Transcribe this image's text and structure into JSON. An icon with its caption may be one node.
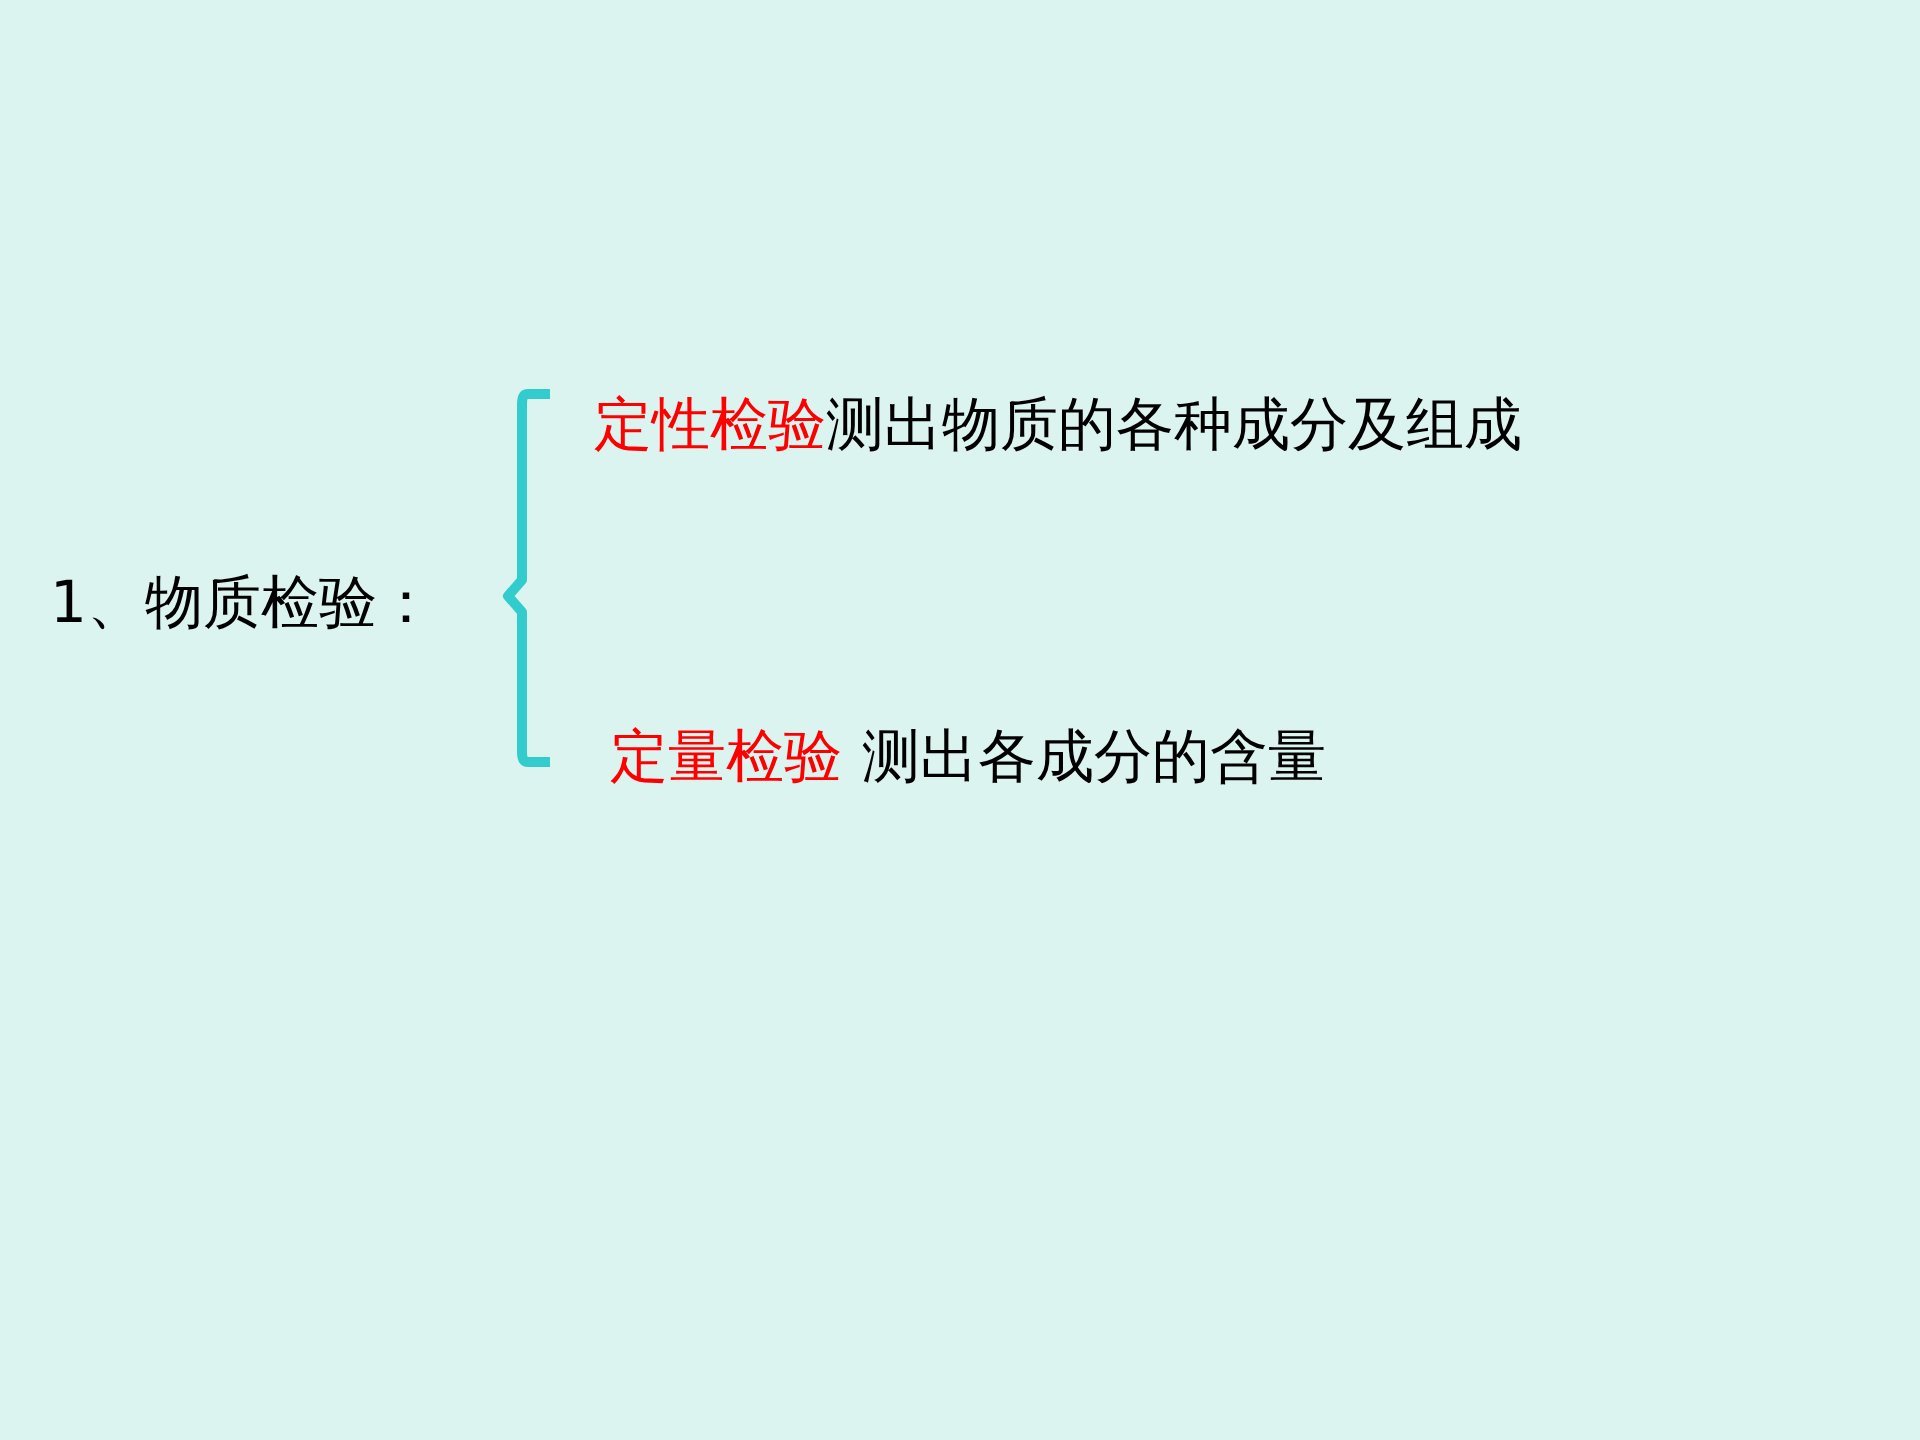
{
  "diagram": {
    "labels": [
      "1、物质检验：",
      "定性检验",
      "测出物质的各种成分及组成",
      "定量检验",
      "测出各成分的含量"
    ]
  }
}
